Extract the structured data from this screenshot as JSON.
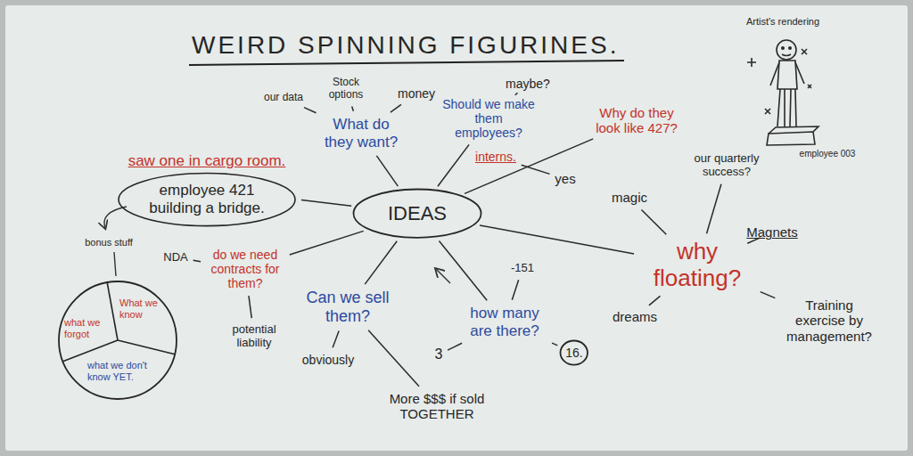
{
  "diagram": {
    "title": "WEIRD SPINNING FIGURINES.",
    "nodes": [
      {
        "text": [
          "IDEAS"
        ]
      },
      {
        "text": [
          "What do they want?"
        ]
      },
      {
        "text": [
          "our data"
        ]
      },
      {
        "text": [
          "Stock options"
        ]
      },
      {
        "text": [
          "money"
        ]
      },
      {
        "text": [
          "Should we make them employees?"
        ]
      },
      {
        "text": [
          "interns."
        ]
      },
      {
        "text": [
          "maybe?"
        ]
      },
      {
        "text": [
          "yes"
        ]
      },
      {
        "text": [
          "Why do they look like 427?"
        ]
      },
      {
        "text": [
          "why floating?"
        ]
      },
      {
        "text": [
          "magic"
        ]
      },
      {
        "text": [
          "our quarterly success?"
        ]
      },
      {
        "text": [
          "Magnets"
        ]
      },
      {
        "text": [
          "Training exercise by management?"
        ]
      },
      {
        "text": [
          "dreams"
        ]
      },
      {
        "text": [
          "how many are there?"
        ]
      },
      {
        "text": [
          "-151"
        ]
      },
      {
        "text": [
          "16."
        ]
      },
      {
        "text": [
          "3"
        ]
      },
      {
        "text": [
          "Can we sell them?"
        ]
      },
      {
        "text": [
          "obviously"
        ]
      },
      {
        "text": [
          "More $$$ if sold TOGETHER"
        ]
      },
      {
        "text": [
          "saw one in cargo room.",
          "employee 421 building a bridge."
        ]
      },
      {
        "text": [
          "do we need contracts for them?"
        ]
      },
      {
        "text": [
          "NDA"
        ]
      },
      {
        "text": [
          "potential liability"
        ]
      },
      {
        "text": [
          "What we know",
          "what we forgot",
          "what we don't know YET."
        ]
      }
    ],
    "edges": [
      {
        "from": 0,
        "to": 1,
        "arrow": "none"
      },
      {
        "from": 1,
        "to": 2,
        "arrow": "none"
      },
      {
        "from": 1,
        "to": 3,
        "arrow": "none"
      },
      {
        "from": 1,
        "to": 4,
        "arrow": "none"
      },
      {
        "from": 0,
        "to": 5,
        "arrow": "none"
      },
      {
        "from": 5,
        "to": 7,
        "arrow": "none"
      },
      {
        "from": 6,
        "to": 8,
        "arrow": "none"
      },
      {
        "from": 0,
        "to": 9,
        "arrow": "none"
      },
      {
        "from": 0,
        "to": 10,
        "arrow": "none"
      },
      {
        "from": 10,
        "to": 11,
        "arrow": "none"
      },
      {
        "from": 10,
        "to": 12,
        "arrow": "none"
      },
      {
        "from": 10,
        "to": 13,
        "arrow": "none"
      },
      {
        "from": 10,
        "to": 14,
        "arrow": "none"
      },
      {
        "from": 10,
        "to": 15,
        "arrow": "none"
      },
      {
        "from": 0,
        "to": 16,
        "arrow": "none"
      },
      {
        "from": 16,
        "to": 17,
        "arrow": "none"
      },
      {
        "from": 16,
        "to": 18,
        "arrow": "none"
      },
      {
        "from": 16,
        "to": 19,
        "arrow": "none"
      },
      {
        "from": 0,
        "to": 20,
        "arrow": "none"
      },
      {
        "from": 20,
        "to": 21,
        "arrow": "none"
      },
      {
        "from": 20,
        "to": 22,
        "arrow": "none"
      },
      {
        "from": 0,
        "to": 23,
        "arrow": "none"
      },
      {
        "from": 0,
        "to": 24,
        "arrow": "none"
      },
      {
        "from": 24,
        "to": 25,
        "arrow": "none"
      },
      {
        "from": 24,
        "to": 26,
        "arrow": "none"
      }
    ],
    "labels": [
      "bonus stuff",
      "Artist's rendering",
      "employee 003"
    ]
  }
}
